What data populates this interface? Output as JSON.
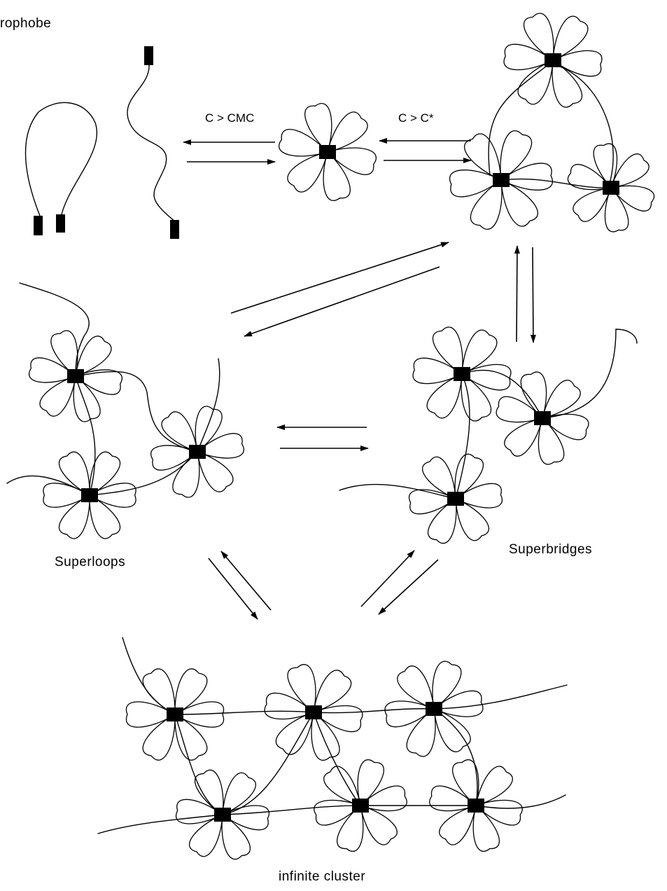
{
  "labels": {
    "hydrophobe": "rophobe",
    "cmc": "C > CMC",
    "cstar": "C > C*",
    "superloops": "Superloops",
    "superbridges": "Superbridges",
    "infinite_cluster": "infinite   cluster"
  }
}
